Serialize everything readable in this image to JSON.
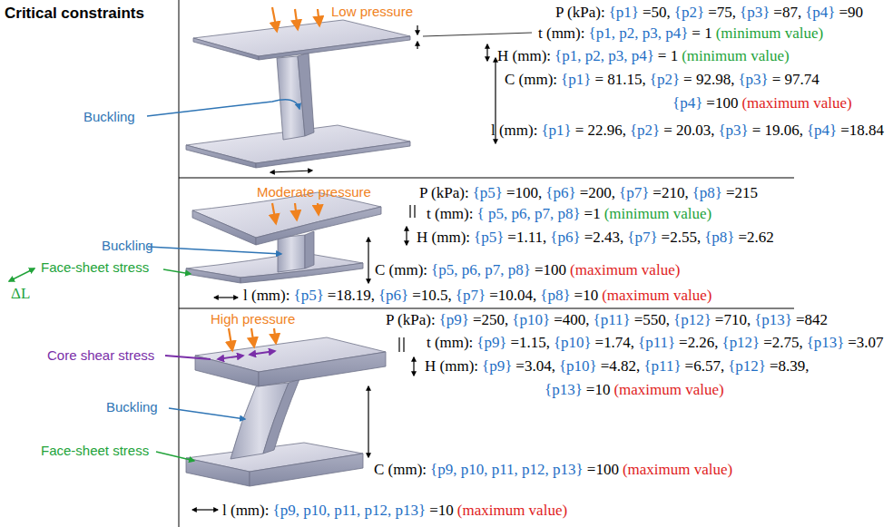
{
  "diagram": {
    "title": "Critical constraints",
    "labels": [
      "Low pressure",
      "P (kPa):",
      "{p1}",
      "=50,",
      "{p2}",
      "=75,",
      "{p3}",
      "=87,",
      "{p4}",
      "=90",
      "t (mm):",
      "{p1, p2, p3, p4}",
      "= 1",
      "(minimum value)",
      "H (mm):",
      "{p1, p2, p3, p4}",
      "= 1",
      "(minimum value)",
      "C (mm):",
      "{p1}",
      "= 81.15,",
      "{p2}",
      "= 92.98,",
      "{p3}",
      "= 97.74",
      "{p4}",
      "=100",
      "(maximum value)",
      "l (mm):",
      "{p1}",
      "= 22.96,",
      "{p2}",
      "= 20.03,",
      "{p3}",
      "= 19.06,",
      "{p4}",
      "=18.84",
      "Buckling",
      "Moderate pressure",
      "P (kPa):",
      "{p5}",
      "=100,",
      "{p6}",
      "=200,",
      "{p7}",
      "=210,",
      "{p8}",
      "=215",
      "t (mm):",
      "{ p5, p6, p7, p8}",
      "=1",
      "(minimum value)",
      "H (mm):",
      "{p5}",
      "=1.11,",
      "{p6}",
      "=2.43,",
      "{p7}",
      "=2.55,",
      "{p8}",
      "=2.62",
      "Buckling",
      "Face-sheet stress",
      "ΔL",
      "C (mm):",
      "{p5, p6, p7, p8}",
      "=100",
      "(maximum value)",
      "l (mm):",
      "{p5}",
      "=18.19,",
      "{p6}",
      "=10.5,",
      "{p7}",
      "=10.04,",
      "{p8}",
      "=10",
      "(maximum value)",
      "High pressure",
      "P (kPa):",
      "{p9}",
      "=250,",
      "{p10}",
      "=400,",
      "{p11}",
      "=550,",
      "{p12}",
      "=710,",
      "{p13}",
      "=842",
      "t (mm):",
      "{p9}",
      "=1.15,",
      "{p10}",
      "=1.74,",
      "{p11}",
      "=2.26,",
      "{p12}",
      "=2.75,",
      "{p13}",
      "=3.07",
      "Core shear stress",
      "H (mm):",
      "{p9}",
      "=3.04,",
      "{p10}",
      "=4.82,",
      "{p11}",
      "=6.57,",
      "{p12}",
      "=8.39,",
      "{p13}",
      "=10",
      "(maximum value)",
      "Buckling",
      "Face-sheet stress",
      "C (mm):",
      "{p9, p10, p11, p12, p13}",
      "=100",
      "(maximum value)",
      "l (mm):",
      "{p9, p10, p11, p12, p13}",
      "=10",
      "(maximum value)"
    ]
  }
}
